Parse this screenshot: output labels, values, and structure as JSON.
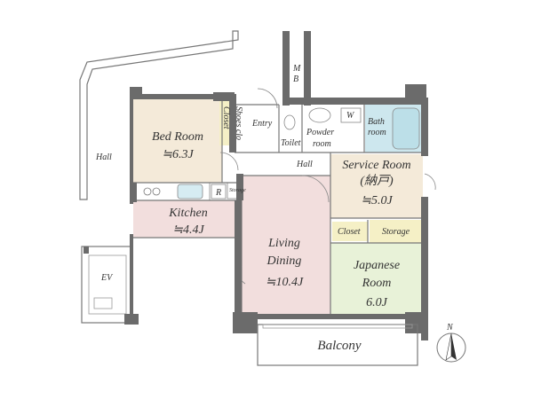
{
  "colors": {
    "bedroom": "#f4ead9",
    "kitchen": "#f2dedd",
    "living": "#f2dedd",
    "service": "#f4ead9",
    "japanese": "#e8f2d8",
    "closet": "#f5f0c6",
    "bath": "#cde7ee",
    "wall": "#6b6b6b"
  },
  "labels": {
    "hall_outside": "Hall",
    "bedroom_name": "Bed Room",
    "bedroom_size": "≒6.3J",
    "closet": "Closet",
    "shoes_closet": "Shoes clo",
    "entry": "Entry",
    "toilet": "Toilet",
    "powder_room": "Powder room",
    "washer": "W",
    "bath_room": "Bath room",
    "mb": "M B",
    "hall_inner": "Hall",
    "service_room_name": "Service Room",
    "service_room_sub": "(納戸)",
    "service_room_size": "≒5.0J",
    "refrigerator": "R",
    "storage_small": "Storage",
    "kitchen_name": "Kitchen",
    "kitchen_size": "≒4.4J",
    "living_line1": "Living",
    "living_line2": "Dining",
    "living_size": "≒10.4J",
    "closet2": "Closet",
    "storage": "Storage",
    "japanese_line1": "Japanese",
    "japanese_line2": "Room",
    "japanese_size": "6.0J",
    "ev": "EV",
    "balcony": "Balcony",
    "north": "N"
  }
}
